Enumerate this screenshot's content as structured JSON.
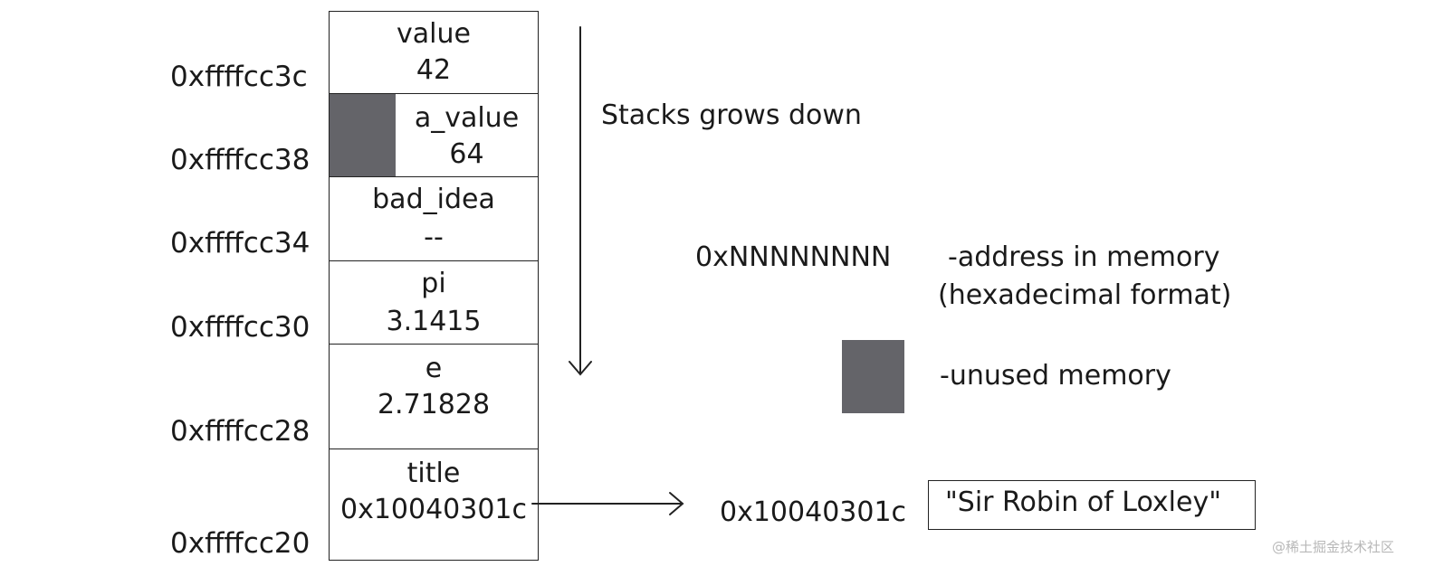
{
  "stack": {
    "cells": [
      {
        "name": "value",
        "value": "42",
        "address": "0xffffcc3c"
      },
      {
        "name": "a_value",
        "value": "64",
        "address": "0xffffcc38"
      },
      {
        "name": "bad_idea",
        "value": "--",
        "address": "0xffffcc34"
      },
      {
        "name": "pi",
        "value": "3.1415",
        "address": "0xffffcc30"
      },
      {
        "name": "e",
        "value": "2.71828",
        "address": "0xffffcc28"
      },
      {
        "name": "title",
        "value": "0x10040301c",
        "address": "0xffffcc20"
      }
    ]
  },
  "direction_label": "Stacks grows down",
  "legend": {
    "address_sample": "0xNNNNNNNN",
    "address_desc_line1": "-address in memory",
    "address_desc_line2": "(hexadecimal format)",
    "unused_desc": "-unused memory",
    "unused_color": "#646469"
  },
  "pointer_target": {
    "address": "0x10040301c",
    "string": "\"Sir Robin of Loxley\""
  },
  "watermark": "@稀土掘金技术社区"
}
